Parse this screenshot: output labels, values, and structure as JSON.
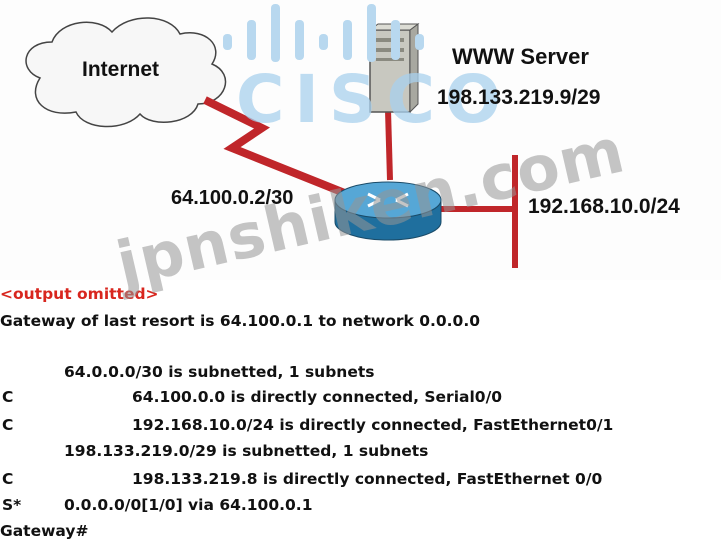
{
  "diagram": {
    "internet": "Internet",
    "server_name": "WWW Server",
    "server_ip": "198.133.219.9/29",
    "serial_ip": "64.100.0.2/30",
    "lan_ip": "192.168.10.0/24",
    "watermark_brand": "CISCO",
    "watermark_site": "jpnshiken.com"
  },
  "output": {
    "omitted": "<output omitted>",
    "gateway_line": "Gateway of last resort is 64.100.0.1 to network 0.0.0.0",
    "routes": [
      {
        "code": "",
        "text": "64.0.0.0/30 is subnetted, 1 subnets",
        "level": 1
      },
      {
        "code": "C",
        "text": "64.100.0.0 is directly connected, Serial0/0",
        "level": 2
      },
      {
        "code": "C",
        "text": "192.168.10.0/24 is directly connected, FastEthernet0/1",
        "level": 2
      },
      {
        "code": "",
        "text": "198.133.219.0/29 is subnetted, 1 subnets",
        "level": 1
      },
      {
        "code": "C",
        "text": "198.133.219.8 is directly connected, FastEthernet 0/0",
        "level": 2
      },
      {
        "code": "S*",
        "text": "0.0.0.0/0[1/0] via 64.100.0.1",
        "level": 1
      }
    ],
    "prompt": "Gateway#"
  }
}
